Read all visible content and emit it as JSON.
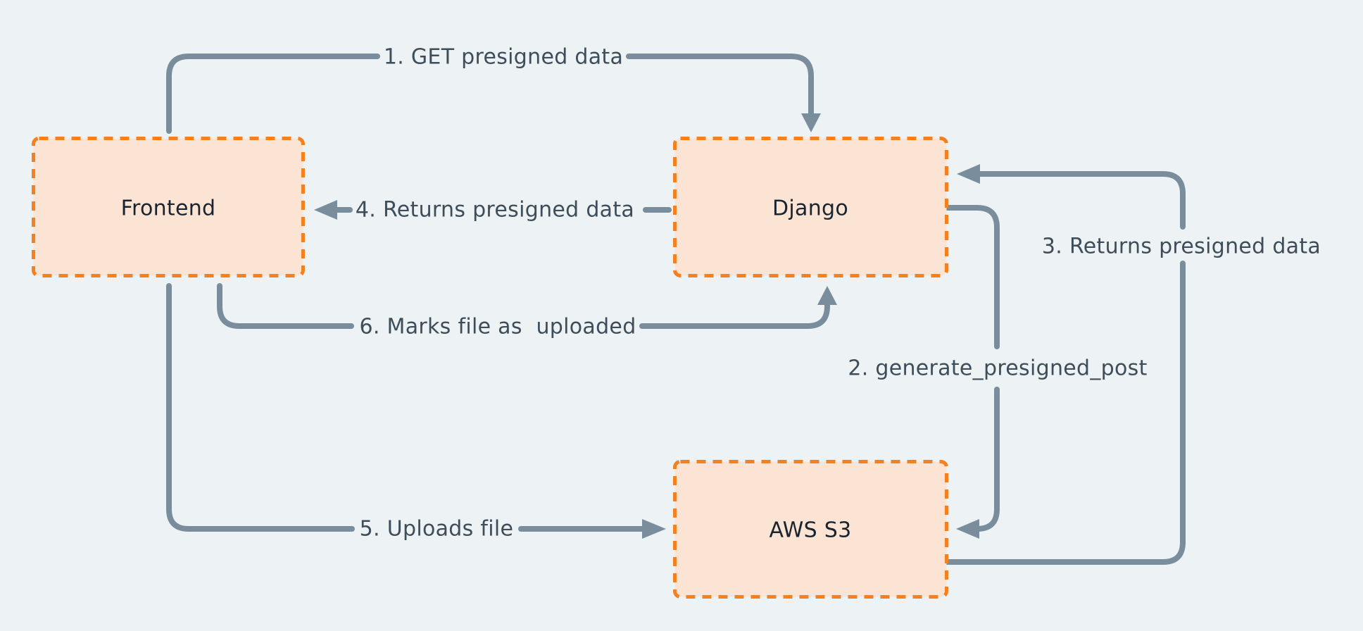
{
  "diagram": {
    "colors": {
      "background": "#edf2f4",
      "node_fill": "#fce4d4",
      "node_border": "#f5801f",
      "connector": "#7a8d9c",
      "edge_label_text": "#3d4d59",
      "node_label_text": "#1a2430"
    },
    "nodes": {
      "frontend": {
        "label": "Frontend"
      },
      "django": {
        "label": "Django"
      },
      "aws_s3": {
        "label": "AWS S3"
      }
    },
    "edges": {
      "e1": {
        "label": "1. GET presigned data",
        "from": "Frontend",
        "to": "Django"
      },
      "e2": {
        "label": "2. generate_presigned_post",
        "from": "Django",
        "to": "AWS S3"
      },
      "e3": {
        "label": "3. Returns presigned data",
        "from": "AWS S3",
        "to": "Django"
      },
      "e4": {
        "label": "4. Returns presigned data",
        "from": "Django",
        "to": "Frontend"
      },
      "e5": {
        "label": "5. Uploads file",
        "from": "Frontend",
        "to": "AWS S3"
      },
      "e6": {
        "label": "6. Marks file as  uploaded",
        "from": "Frontend",
        "to": "Django"
      }
    }
  }
}
